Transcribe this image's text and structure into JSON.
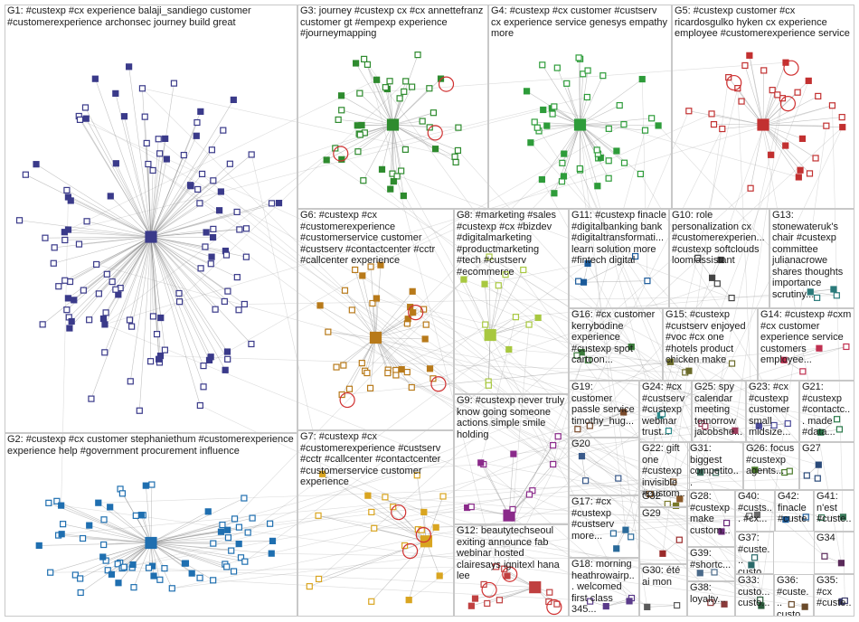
{
  "graph": {
    "title": "",
    "groups": [
      {
        "id": "G1",
        "label": "G1: #custexp #cx experience balaji_sandiego customer #customerexperience archonsec journey build great",
        "color": "#3a3a8a",
        "nodes": 120
      },
      {
        "id": "G2",
        "label": "G2: #custexp #cx customer stephaniethum #customerexperience experience help #government procurement influence",
        "color": "#1f6fb0",
        "nodes": 70
      },
      {
        "id": "G3",
        "label": "G3: journey #custexp cx #cx annettefranz customer gt #empexp experience #journeymapping",
        "color": "#2e8b2e",
        "nodes": 45
      },
      {
        "id": "G4",
        "label": "G4: #custexp #cx customer #custserv cx experience service genesys empathy more",
        "color": "#2e9c3a",
        "nodes": 45
      },
      {
        "id": "G5",
        "label": "G5: #custexp customer #cx ricardosgulko hyken cx experience employee #customerexperience service",
        "color": "#c23030",
        "nodes": 30
      },
      {
        "id": "G6",
        "label": "G6: #custexp #cx #customerexperience #customerservice customer #custserv #contactcenter #cctr #callcenter experience",
        "color": "#b87a1a",
        "nodes": 36
      },
      {
        "id": "G7",
        "label": "G7: #custexp #cx #customerexperience #custserv #cctr #callcenter #contactcenter #customerservice customer experience",
        "color": "#d9a520",
        "nodes": 20
      },
      {
        "id": "G8",
        "label": "G8: #marketing #sales #custexp #cx #bizdev #digitalmarketing #productmarketing #tech #custserv #ecommerce",
        "color": "#a8c840",
        "nodes": 14
      },
      {
        "id": "G9",
        "label": "G9: #custexp never truly know going someone actions simple smile holding",
        "color": "#8a2a8a",
        "nodes": 12
      },
      {
        "id": "G10",
        "label": "G10: role personalization cx #customerexperien... #custexp softclouds loomiassistant",
        "color": "#444444",
        "nodes": 5
      },
      {
        "id": "G11",
        "label": "G11: #custexp finacle #digitalbanking bank #digitaltransformati... learn solution more #fintech digital",
        "color": "#1a5a9a",
        "nodes": 5
      },
      {
        "id": "G12",
        "label": "G12: beautytechseoul exiting announce fab webinar hosted clairesays ignitexl hana lee",
        "color": "#c04040",
        "nodes": 12
      },
      {
        "id": "G13",
        "label": "G13: stonewateruk's chair #custexp committee julianacrowe shares thoughts importance scrutiny...",
        "color": "#2a7a7a",
        "nodes": 4
      },
      {
        "id": "G14",
        "label": "G14: #custexp #cxm #cx customer experience service customers employee...",
        "color": "#c03050",
        "nodes": 4
      },
      {
        "id": "G15",
        "label": "G15: #custexp #custserv enjoyed #voc #cx one #hotels product chicken make",
        "color": "#6a6a2a",
        "nodes": 4
      },
      {
        "id": "G16",
        "label": "G16: #cx customer kerrybodine experience #custexp spot cartoon...",
        "color": "#3a7a3a",
        "nodes": 4
      },
      {
        "id": "G17",
        "label": "G17: #cx #custexp #custserv more...",
        "color": "#2a6a9a",
        "nodes": 4
      },
      {
        "id": "G18",
        "label": "G18: morning heathrowairp... welcomed first class 345...",
        "color": "#5a3a8a",
        "nodes": 4
      },
      {
        "id": "G19",
        "label": "G19: customer passle service timothy_hug...",
        "color": "#7a4a2a",
        "nodes": 3
      },
      {
        "id": "G20",
        "label": "G20",
        "color": "#3a5a8a",
        "nodes": 3
      },
      {
        "id": "G21",
        "label": "G21: #custexp #contactc... made #data...",
        "color": "#2a7a4a",
        "nodes": 3
      },
      {
        "id": "G22",
        "label": "G22: gift one #custexp invisible #custom...",
        "color": "#8a5a2a",
        "nodes": 3
      },
      {
        "id": "G23",
        "label": "G23: #cx #custexp customer small midsize...",
        "color": "#4a4a9a",
        "nodes": 3
      },
      {
        "id": "G24",
        "label": "G24: #cx #custserv #custexp webinar trust...",
        "color": "#2a8a8a",
        "nodes": 3
      },
      {
        "id": "G25",
        "label": "G25: spy calendar meeting tomorrow jacobshe...",
        "color": "#9a3a5a",
        "nodes": 3
      },
      {
        "id": "G26",
        "label": "G26: focus #custexp agents...",
        "color": "#4a7a2a",
        "nodes": 3
      },
      {
        "id": "G27",
        "label": "G27",
        "color": "#2a4a7a",
        "nodes": 3
      },
      {
        "id": "G28",
        "label": "G28: #custexp make custom...",
        "color": "#6a2a7a",
        "nodes": 2
      },
      {
        "id": "G29",
        "label": "G29",
        "color": "#9a2a2a",
        "nodes": 2
      },
      {
        "id": "G30",
        "label": "G30: été ai mon",
        "color": "#5a5a5a",
        "nodes": 2
      },
      {
        "id": "G31",
        "label": "G31: biggest competito...",
        "color": "#3a6a5a",
        "nodes": 2
      },
      {
        "id": "G32",
        "label": "G32",
        "color": "#7a7a2a",
        "nodes": 2
      },
      {
        "id": "G33",
        "label": "G33: custo... custo...",
        "color": "#2a5a3a",
        "nodes": 2
      },
      {
        "id": "G34",
        "label": "G34",
        "color": "#5a2a5a",
        "nodes": 2
      },
      {
        "id": "G35",
        "label": "G35: #cx #custe...",
        "color": "#3a3a6a",
        "nodes": 2
      },
      {
        "id": "G36",
        "label": "G36: #custe... custo...",
        "color": "#6a4a2a",
        "nodes": 2
      },
      {
        "id": "G37",
        "label": "G37: #custe... custo...",
        "color": "#2a6a6a",
        "nodes": 2
      },
      {
        "id": "G38",
        "label": "G38: loyalty...",
        "color": "#8a3a3a",
        "nodes": 2
      },
      {
        "id": "G39",
        "label": "G39: #shortc...",
        "color": "#4a6a8a",
        "nodes": 2
      },
      {
        "id": "G40",
        "label": "G40: #custs... #cx...",
        "color": "#6a6a6a",
        "nodes": 2
      },
      {
        "id": "G41",
        "label": "G41: n'est #custe...",
        "color": "#3a7a5a",
        "nodes": 2
      },
      {
        "id": "G42",
        "label": "G42: finacle #custe...",
        "color": "#1a5a9a",
        "nodes": 2
      }
    ]
  }
}
